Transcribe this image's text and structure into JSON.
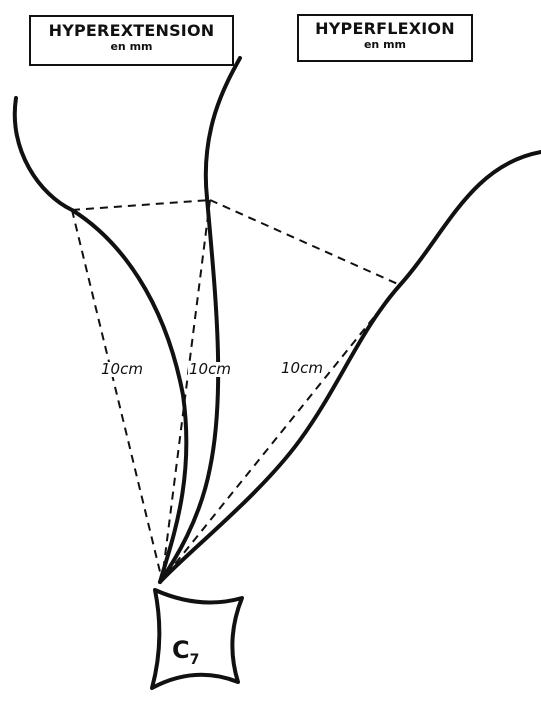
{
  "labels": {
    "hyperextension": {
      "title": "HYPEREXTENSION",
      "unit": "en mm"
    },
    "hyperflexion": {
      "title": "HYPERFLEXION",
      "unit": "en mm"
    }
  },
  "distances": [
    "10cm",
    "10cm",
    "10cm"
  ],
  "vertebra": {
    "letter": "C",
    "number": "7"
  },
  "colors": {
    "ink": "#111111",
    "background": "#ffffff"
  }
}
